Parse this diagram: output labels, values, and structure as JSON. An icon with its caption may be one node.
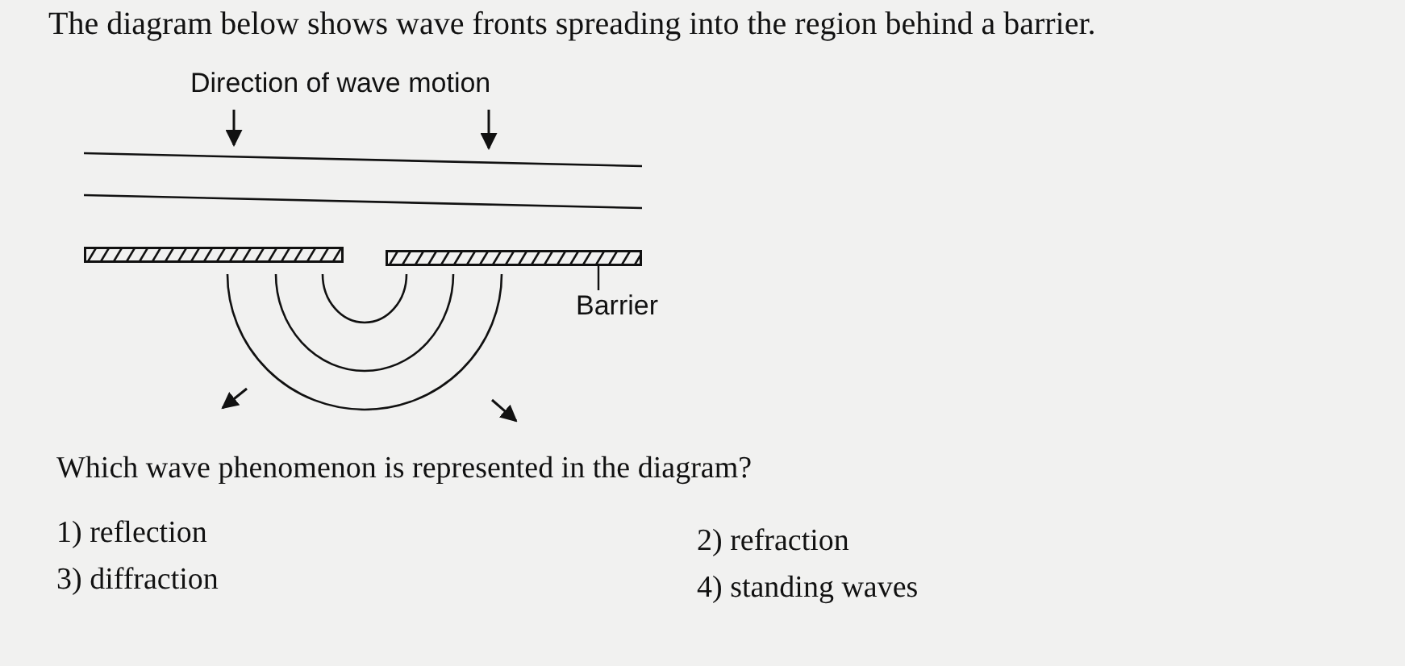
{
  "diagram": {
    "title": "The diagram below shows wave fronts spreading into the region behind a barrier.",
    "nodes": [
      {
        "text": [],
        "shape": "bar"
      },
      {
        "text": [],
        "shape": "bar"
      },
      {
        "text": [
          "Barrier"
        ]
      }
    ],
    "edges": [
      {
        "from": 2,
        "to": 1,
        "arrow": "none"
      }
    ],
    "labels": [
      "Direction of wave motion",
      "Which wave phenomenon is represented in the diagram?",
      "1) reflection",
      "2) refraction",
      "3) diffraction",
      "4) standing waves"
    ]
  }
}
